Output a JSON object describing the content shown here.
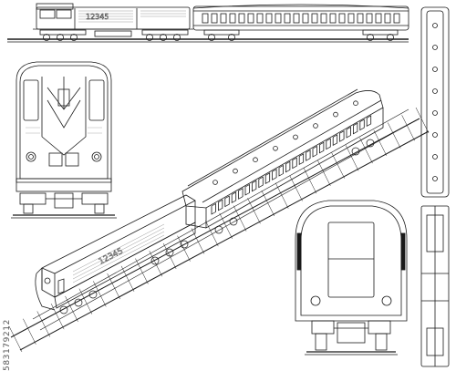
{
  "page": {
    "stock_id": "583179212",
    "locomotive_number": "12345"
  },
  "colors": {
    "background": "#ffffff",
    "line": "#1a1a1a",
    "hatch": "#9a9a9a",
    "watermark": "#d8d8d8"
  },
  "views": [
    {
      "name": "side-elevation",
      "subject": "locomotive and passenger coach"
    },
    {
      "name": "locomotive-front-view",
      "subject": "locomotive cab front"
    },
    {
      "name": "isometric-view",
      "subject": "locomotive and coach on track"
    },
    {
      "name": "coach-end-view",
      "subject": "passenger coach end"
    },
    {
      "name": "top-plan-view",
      "subject": "coach roof"
    }
  ]
}
